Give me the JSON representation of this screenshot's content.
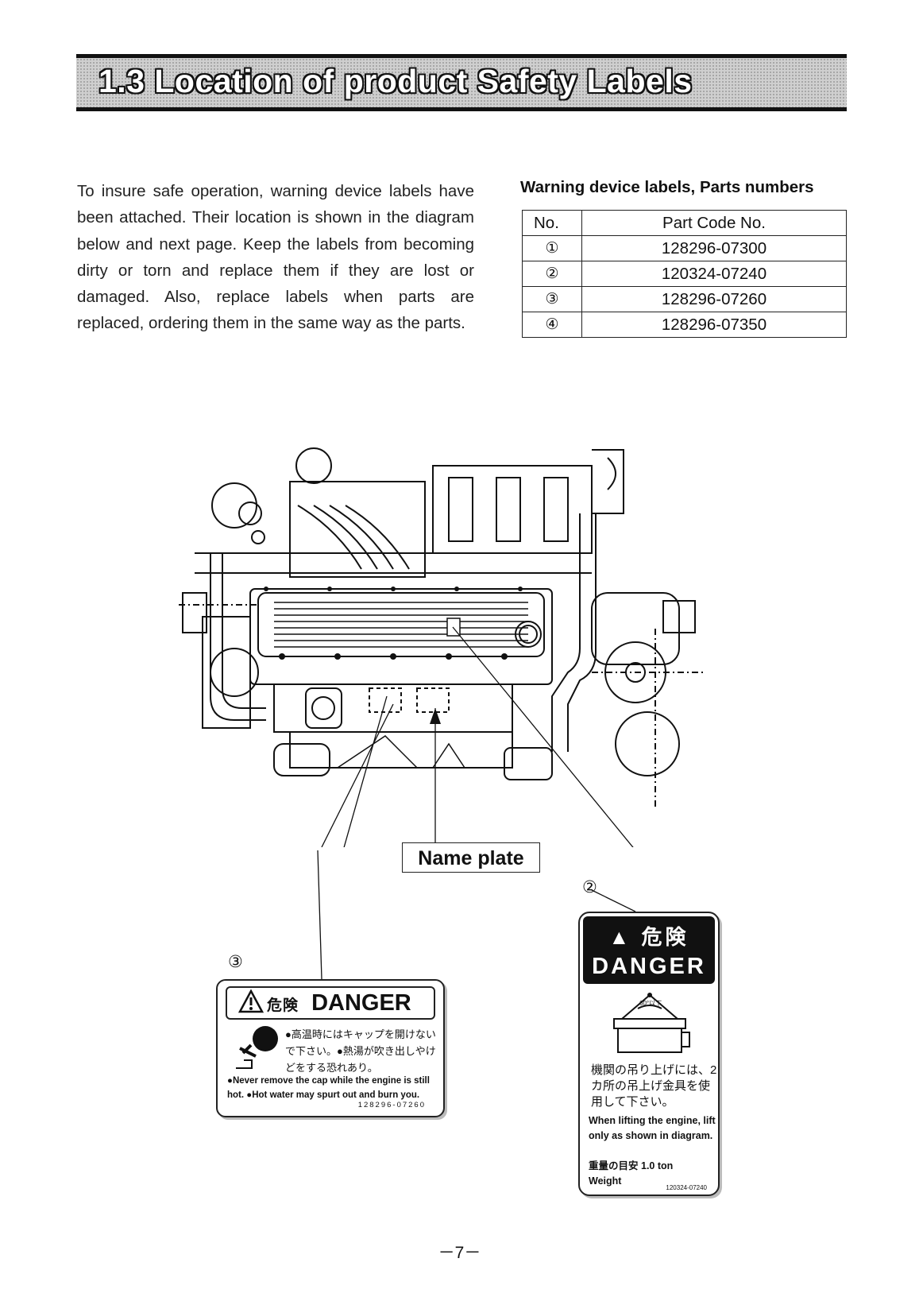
{
  "header": {
    "title": "1.3 Location of product Safety Labels"
  },
  "intro": {
    "text": "To insure safe operation, warning device labels have been attached.  Their location is shown in the diagram below and next page.  Keep the labels from becoming dirty or torn and replace them if they are lost or damaged.  Also, replace labels when parts are replaced, ordering them in the same way as the parts."
  },
  "parts_table": {
    "title": "Warning device labels, Parts numbers",
    "headers": [
      "No.",
      "Part Code No."
    ],
    "rows": [
      {
        "no": "①",
        "code": "128296-07300"
      },
      {
        "no": "②",
        "code": "120324-07240"
      },
      {
        "no": "③",
        "code": "128296-07260"
      },
      {
        "no": "④",
        "code": "128296-07350"
      }
    ]
  },
  "diagram": {
    "name_plate": "Name plate",
    "callout_2": "②",
    "callout_3": "③",
    "label3": {
      "head_jp": "危険",
      "head_en": "DANGER",
      "jp_text": "●高温時にはキャップを開けないで下さい。●熱湯が吹き出しやけどをする恐れあり。",
      "en_text": "●Never remove the cap while the engine is still hot. ●Hot water may spurt out and burn you.",
      "code": "128296-07260"
    },
    "label2": {
      "head_jp": "危険",
      "head_en": "DANGER",
      "angle": "60°以下",
      "jp_text": "機関の吊り上げには、2カ所の吊上げ金具を使用して下さい。",
      "en_text": "When lifting the engine, lift only as shown in diagram.",
      "weight_jp": "重量の目安",
      "weight_value": "1.0 ton",
      "weight_en": "Weight",
      "code": "120324-07240"
    }
  },
  "footer": {
    "page": "－7－"
  }
}
